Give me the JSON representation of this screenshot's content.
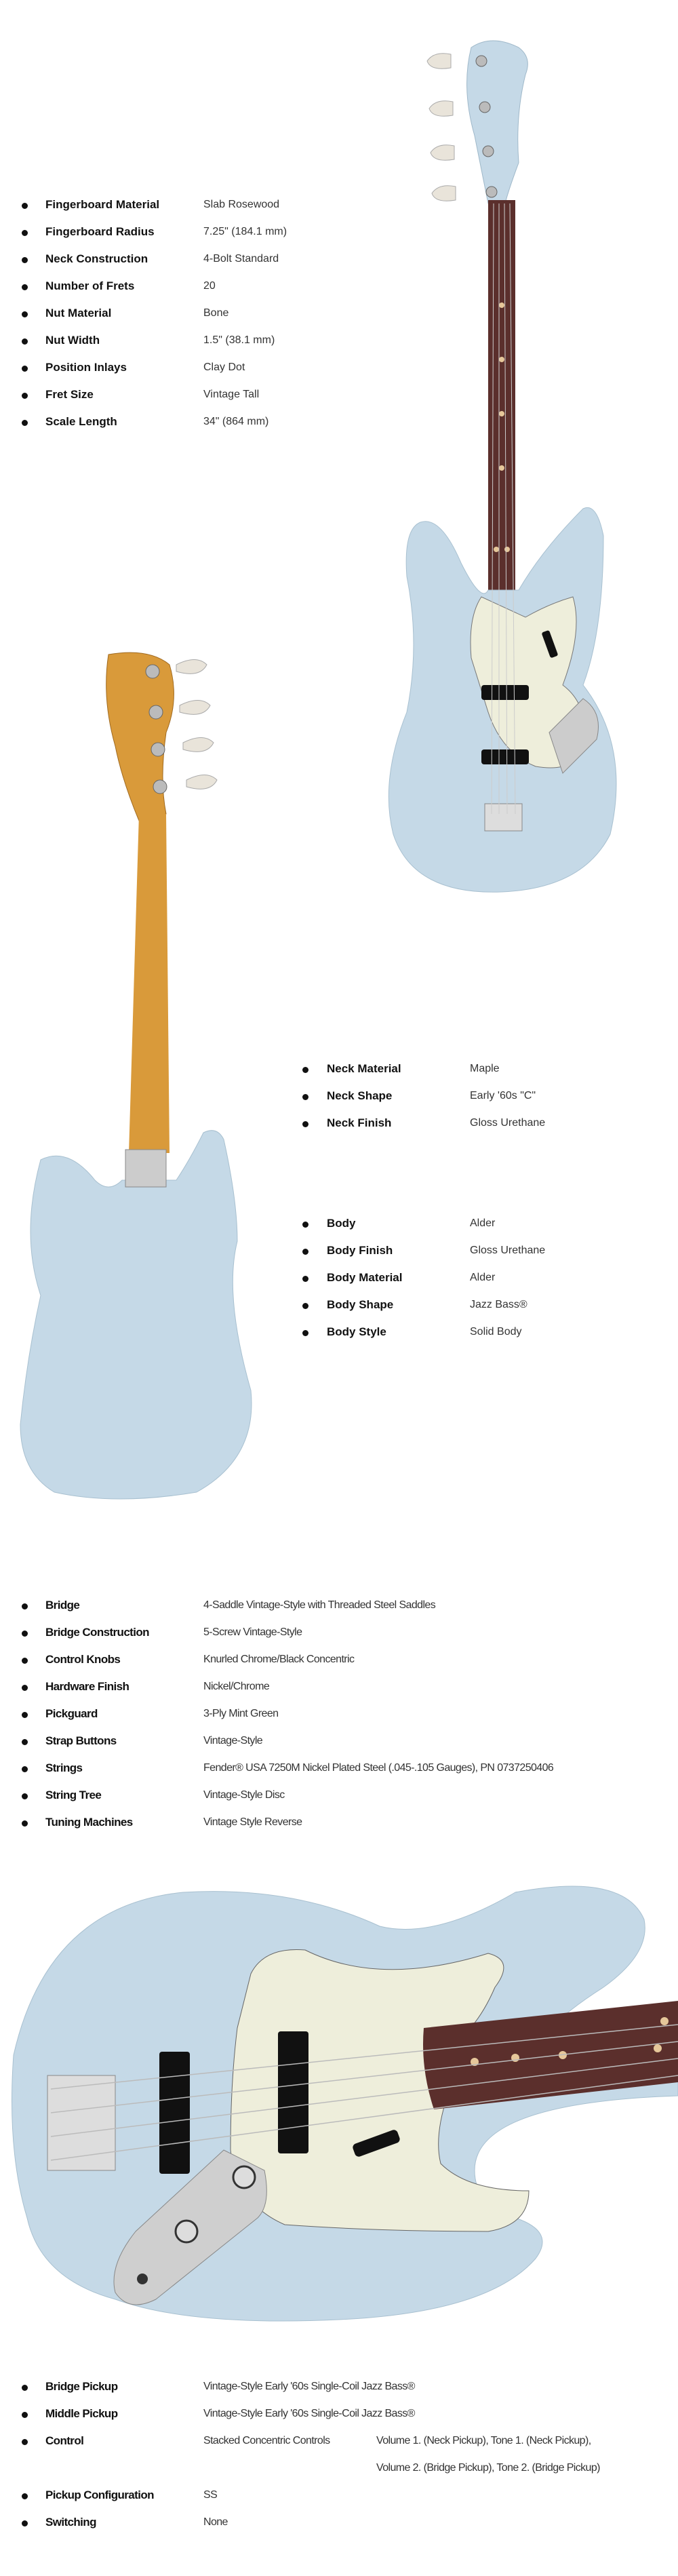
{
  "colors": {
    "body": "#c5d9e7",
    "pickguard": "#eeeedb",
    "fretboard": "#5b2f2c",
    "maple": "#d99a3a",
    "chrome": "#c9c9c9"
  },
  "section_neck": [
    {
      "label": "Fingerboard Material",
      "value": "Slab Rosewood"
    },
    {
      "label": "Fingerboard Radius",
      "value": "7.25\" (184.1 mm)"
    },
    {
      "label": "Neck Construction",
      "value": "4-Bolt Standard"
    },
    {
      "label": "Number of Frets",
      "value": "20"
    },
    {
      "label": "Nut Material",
      "value": "Bone"
    },
    {
      "label": "Nut Width",
      "value": "1.5\" (38.1 mm)"
    },
    {
      "label": "Position Inlays",
      "value": "Clay Dot"
    },
    {
      "label": "Fret Size",
      "value": "Vintage Tall"
    },
    {
      "label": "Scale Length",
      "value": "34\" (864 mm)"
    }
  ],
  "section_neck2": [
    {
      "label": "Neck Material",
      "value": "Maple"
    },
    {
      "label": "Neck Shape",
      "value": "Early '60s \"C\""
    },
    {
      "label": "Neck Finish",
      "value": "Gloss Urethane"
    }
  ],
  "section_body": [
    {
      "label": "Body",
      "value": "Alder"
    },
    {
      "label": "Body Finish",
      "value": "Gloss Urethane"
    },
    {
      "label": "Body Material",
      "value": "Alder"
    },
    {
      "label": "Body Shape",
      "value": "Jazz Bass®"
    },
    {
      "label": "Body Style",
      "value": "Solid Body"
    }
  ],
  "section_hardware": [
    {
      "label": "Bridge",
      "value": "4-Saddle Vintage-Style with Threaded Steel Saddles"
    },
    {
      "label": "Bridge Construction",
      "value": "5-Screw Vintage-Style"
    },
    {
      "label": "Control Knobs",
      "value": "Knurled Chrome/Black Concentric"
    },
    {
      "label": "Hardware Finish",
      "value": "Nickel/Chrome"
    },
    {
      "label": "Pickguard",
      "value": "3-Ply Mint Green"
    },
    {
      "label": "Strap Buttons",
      "value": "Vintage-Style"
    },
    {
      "label": "Strings",
      "value": "Fender® USA 7250M Nickel Plated Steel (.045-.105 Gauges), PN 0737250406"
    },
    {
      "label": "String Tree",
      "value": "Vintage-Style Disc"
    },
    {
      "label": "Tuning Machines",
      "value": "Vintage Style Reverse"
    }
  ],
  "section_electronics": [
    {
      "label": "Bridge Pickup",
      "value": "Vintage-Style Early '60s Single-Coil Jazz Bass®"
    },
    {
      "label": "Middle Pickup",
      "value": "Vintage-Style Early '60s Single-Coil Jazz Bass®"
    },
    {
      "label": "Control",
      "value": "Stacked Concentric Controls",
      "value2": "Volume 1. (Neck Pickup),   Tone 1. (Neck Pickup),",
      "value3": "Volume 2. (Bridge Pickup), Tone 2. (Bridge Pickup)"
    },
    {
      "label": "Pickup Configuration",
      "value": "SS"
    },
    {
      "label": "Switching",
      "value": "None"
    }
  ]
}
